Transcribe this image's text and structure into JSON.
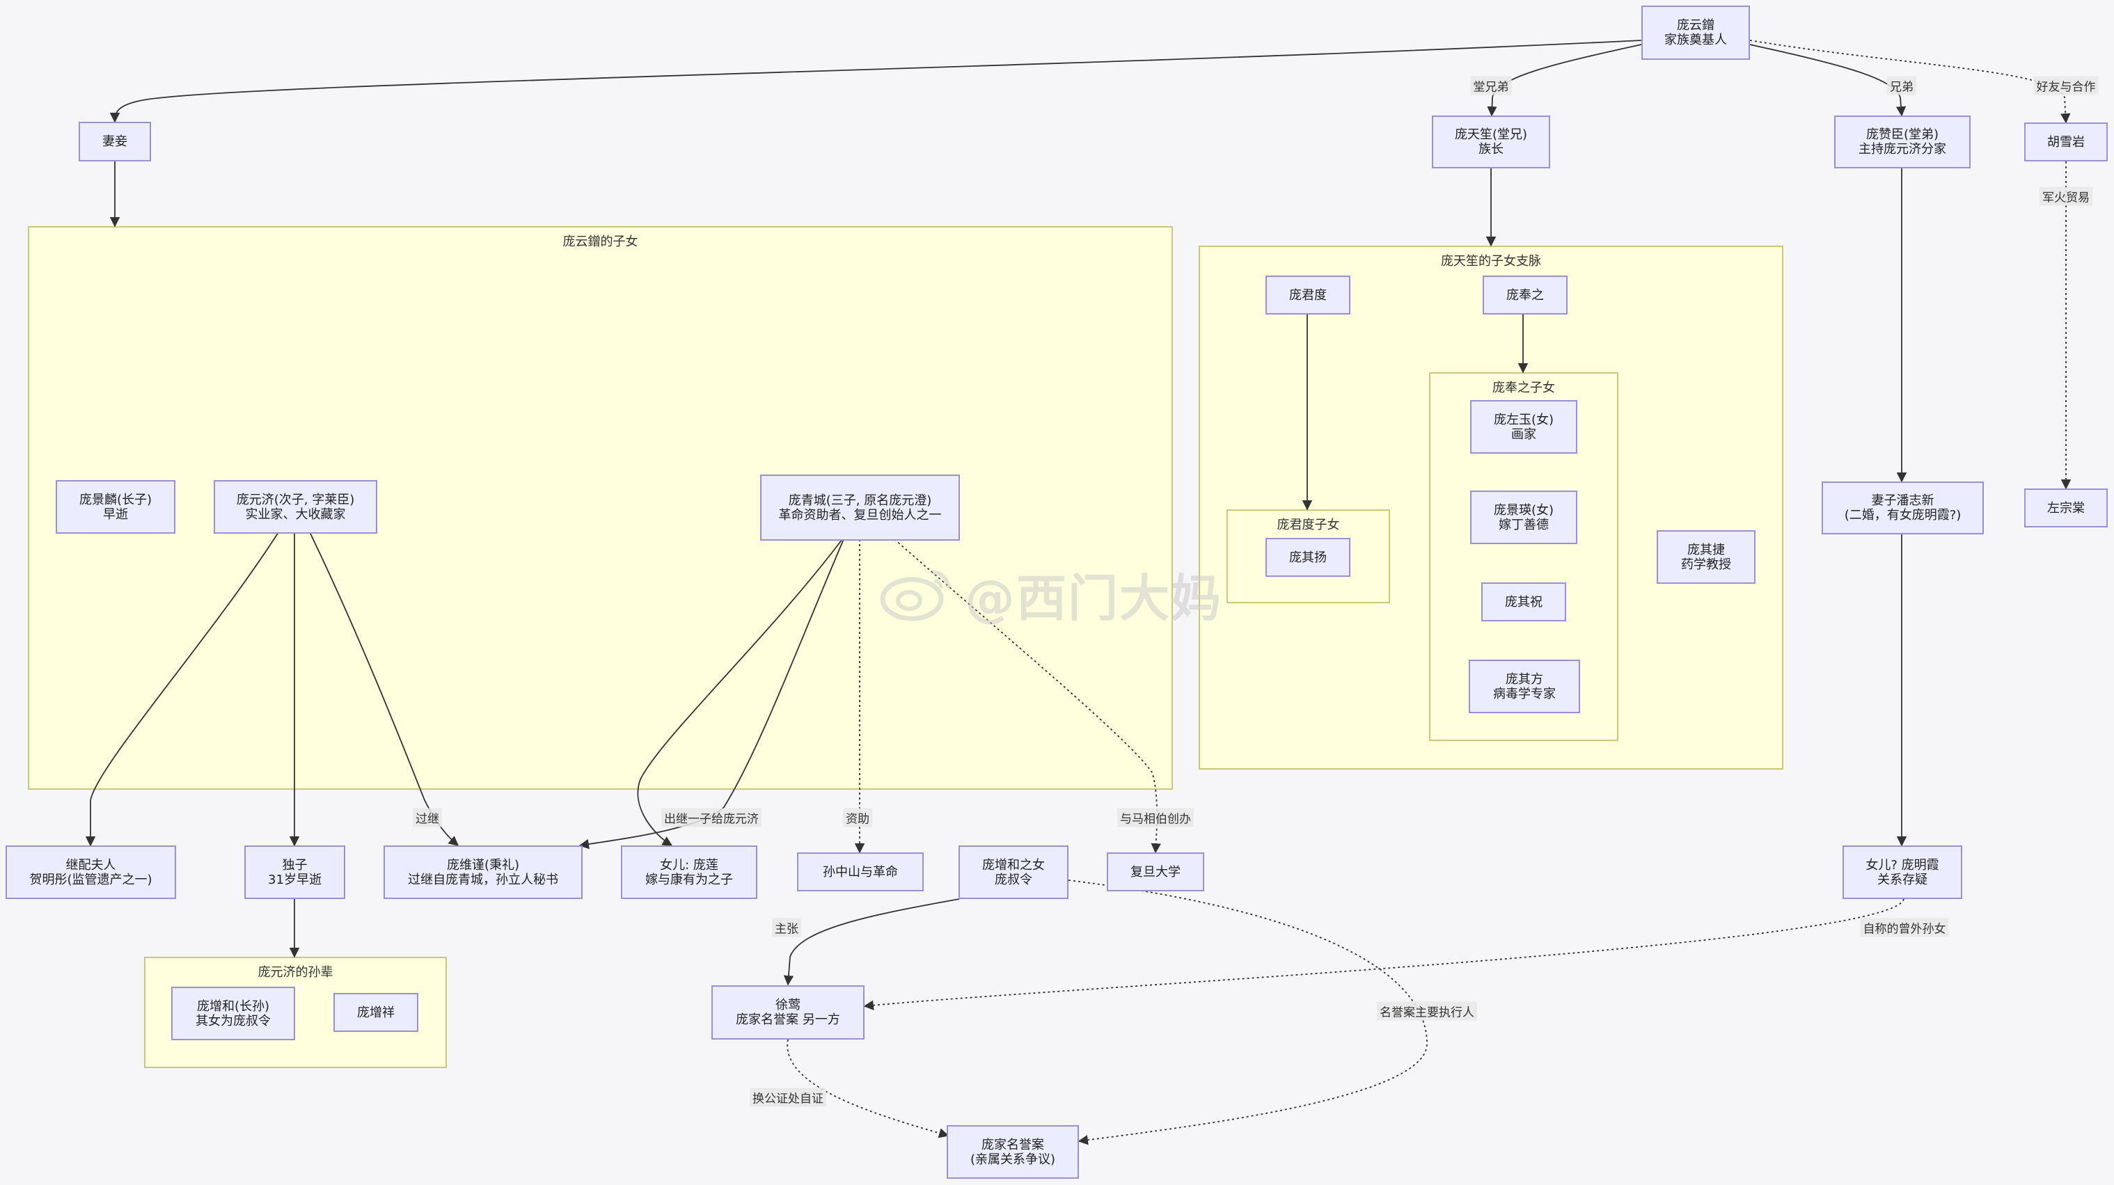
{
  "groups": {
    "yunying_children": "庞云鏳的子女",
    "tianxi_branch": "庞天笙的子女支脉",
    "junduo_children": "庞君度子女",
    "fengzhi_children": "庞奉之子女",
    "yuanji_grandchildren": "庞元济的孙辈"
  },
  "nodes": {
    "yunying": "庞云鏳\n家族奠基人",
    "qiqie": "妻妾",
    "tianxi": "庞天笙(堂兄)\n族长",
    "zancheng": "庞赞臣(堂弟)\n主持庞元济分家",
    "huxueyan": "胡雪岩",
    "jinglin": "庞景麟(长子)\n早逝",
    "yuanji": "庞元济(次子, 字莱臣)\n实业家、大收藏家",
    "qingcheng": "庞青城(三子, 原名庞元澄)\n革命资助者、复旦创始人之一",
    "junduo": "庞君度",
    "fengzhi": "庞奉之",
    "qiyang": "庞其扬",
    "zuoyu": "庞左玉(女)\n画家",
    "jingying": "庞景瑛(女)\n嫁丁善德",
    "qizhu": "庞其祝",
    "qifang": "庞其方\n病毒学专家",
    "qijie": "庞其捷\n药学教授",
    "panzhixin": "妻子潘志新\n(二婚，有女庞明霞?)",
    "zuozongtang": "左宗棠",
    "heminghe": "继配夫人\n贺明彤(监管遗产之一)",
    "duzi": "独子\n31岁早逝",
    "weijin": "庞维谨(秉礼)\n过继自庞青城，孙立人秘书",
    "panglian": "女儿: 庞莲\n嫁与康有为之子",
    "sunzhongshan": "孙中山与革命",
    "zenghe_daughter": "庞增和之女\n庞叔令",
    "fudan": "复旦大学",
    "minxia": "女儿? 庞明霞\n关系存疑",
    "zenghe": "庞增和(长孙)\n其女为庞叔令",
    "zengxiang": "庞增祥",
    "xuying": "徐莺\n庞家名誉案 另一方",
    "mingyu": "庞家名誉案\n(亲属关系争议)"
  },
  "edge_labels": {
    "tangxiongdi": "堂兄弟",
    "xiongdi": "兄弟",
    "youhao": "好友与合作",
    "junhuo": "军火贸易",
    "guoji": "过继",
    "chuji": "出继一子给庞元济",
    "zizhu": "资助",
    "yuma": "与马相伯创办",
    "zhuzhang": "主张",
    "zicheng": "自称的曾外孙女",
    "zhixingren": "名誉案主要执行人",
    "huangong": "换公证处自证"
  },
  "watermark": "@西门大妈",
  "colors": {
    "node_fill": "#ececff",
    "node_border": "#9b8fd8",
    "group_fill": "#ffffde",
    "group_border": "#c9c97a",
    "edge": "#333333"
  }
}
